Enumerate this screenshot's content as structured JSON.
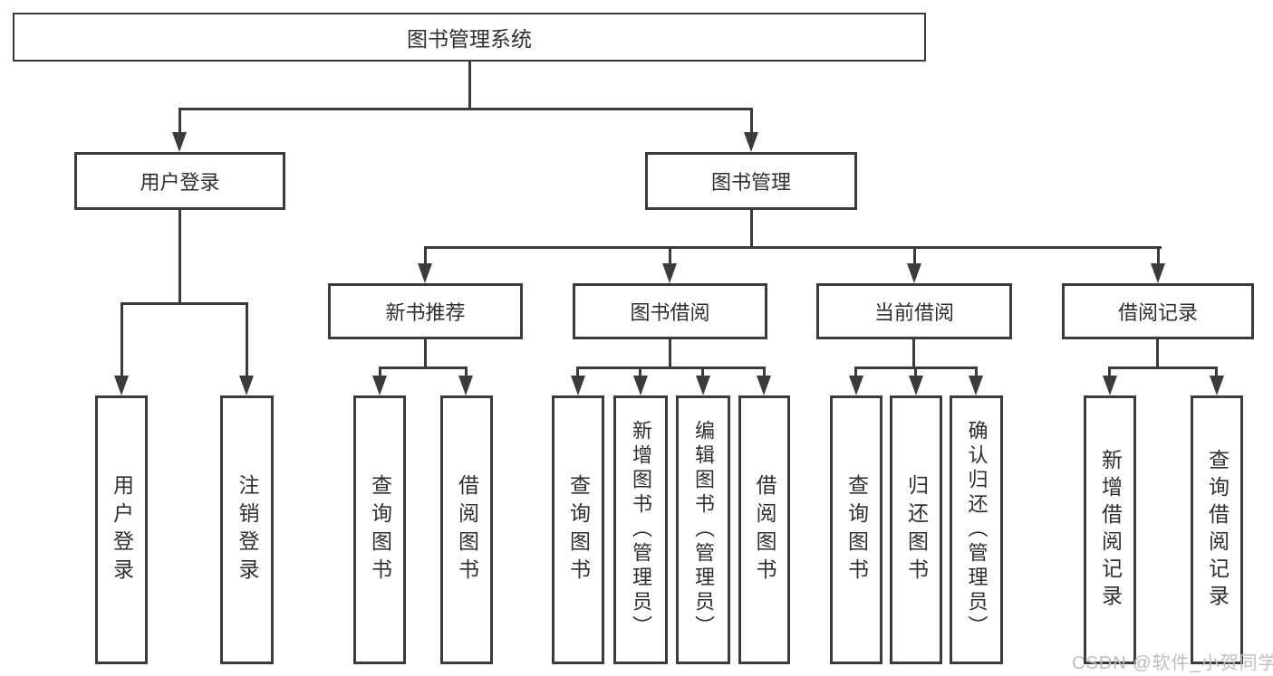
{
  "watermark": "CSDN @软件_小贺同学",
  "colors": {
    "line": "#3b3b3b",
    "box_border": "#3b3b3b",
    "box_background": "#ffffff",
    "text": "#2f2f2f",
    "watermark": "#bdbdbd",
    "page_background": "#ffffff"
  },
  "tree": {
    "root": "图书管理系统",
    "branches": [
      {
        "label": "用户登录",
        "children": [
          "用户登录",
          "注销登录"
        ]
      },
      {
        "label": "图书管理",
        "children": [
          {
            "label": "新书推荐",
            "children": [
              "查询图书",
              "借阅图书"
            ]
          },
          {
            "label": "图书借阅",
            "children": [
              "查询图书",
              "新增图书（管理员）",
              "编辑图书（管理员）",
              "借阅图书"
            ]
          },
          {
            "label": "当前借阅",
            "children": [
              "查询图书",
              "归还图书",
              "确认归还（管理员）"
            ]
          },
          {
            "label": "借阅记录",
            "children": [
              "新增借阅记录",
              "查询借阅记录"
            ]
          }
        ]
      }
    ]
  }
}
